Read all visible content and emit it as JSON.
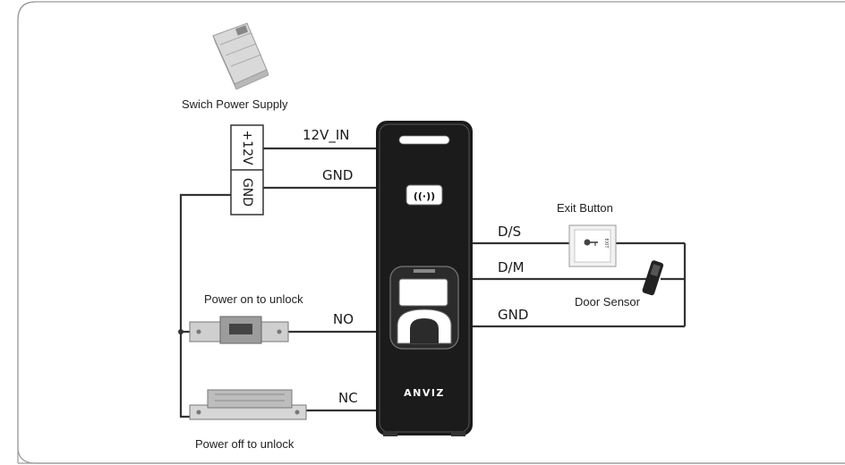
{
  "diagram": {
    "power_supply": {
      "label": "Swich Power Supply"
    },
    "terminal_block": {
      "plus12v": "+12V",
      "gnd": "GND"
    },
    "wires_left": {
      "v12_in": "12V_IN",
      "gnd": "GND",
      "no": "NO",
      "nc": "NC"
    },
    "wires_right": {
      "ds": "D/S",
      "dm": "D/M",
      "gnd": "GND"
    },
    "lock_power_on": {
      "label": "Power on to unlock"
    },
    "lock_power_off": {
      "label": "Power off to unlock"
    },
    "exit_button": {
      "label": "Exit Button",
      "plate_text": "EXIT"
    },
    "door_sensor": {
      "label": "Door Sensor"
    },
    "device": {
      "brand": "ANVIZ",
      "rfid_symbol": "((·))"
    }
  },
  "colors": {
    "wire": "#333333",
    "device_body": "#1b1b1b",
    "frame": "#9a9a9a"
  }
}
